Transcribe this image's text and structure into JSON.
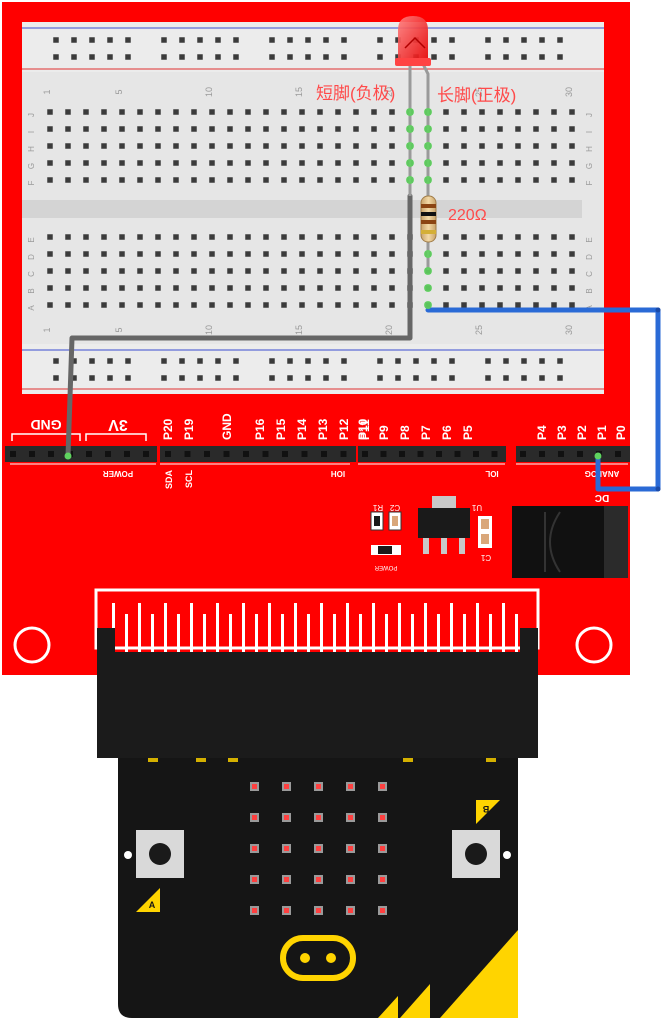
{
  "annotations": {
    "short_leg": "短脚(负极)",
    "long_leg": "长脚(正极)",
    "resistor": "220Ω"
  },
  "breadboard": {
    "row_letters_top": [
      "J",
      "I",
      "H",
      "G",
      "F"
    ],
    "row_letters_bottom": [
      "E",
      "D",
      "C",
      "B",
      "A"
    ],
    "column_numbers_top": [
      "1",
      "5",
      "10",
      "15",
      "20",
      "25",
      "30"
    ],
    "column_numbers_bottom": [
      "1",
      "5",
      "10",
      "15",
      "20",
      "25",
      "30"
    ]
  },
  "shield": {
    "gnd_label": "GND",
    "v3_label": "3V",
    "power_label": "POWER",
    "pins_left": [
      "P20",
      "P19",
      "GND",
      "P16",
      "P15",
      "P14",
      "P13",
      "P12",
      "P11"
    ],
    "sda_label": "SDA",
    "scl_label": "SCL",
    "ioh_label": "IOH",
    "pins_mid": [
      "P10",
      "P9",
      "P8",
      "P7",
      "P6",
      "P5"
    ],
    "iol_label": "IOL",
    "pins_right": [
      "P4",
      "P3",
      "P2",
      "P1",
      "P0"
    ],
    "analog_label": "ANALOG",
    "dc_label": "DC",
    "c2_label": "C2",
    "r1_label": "R1",
    "u1_label": "U1",
    "c1_label": "C1",
    "power_led_label": "POWER"
  },
  "microbit": {
    "button_a_label": "A",
    "button_b_label": "B"
  },
  "colors": {
    "board_red": "#ff0000",
    "breadboard": "#e6e6e6",
    "wire_gray": "#666666",
    "wire_blue": "#2a6ad6",
    "led_red": "#ff3333",
    "label_red": "#ff4a4a",
    "microbit_black": "#151515",
    "microbit_gold": "#ffd400"
  }
}
